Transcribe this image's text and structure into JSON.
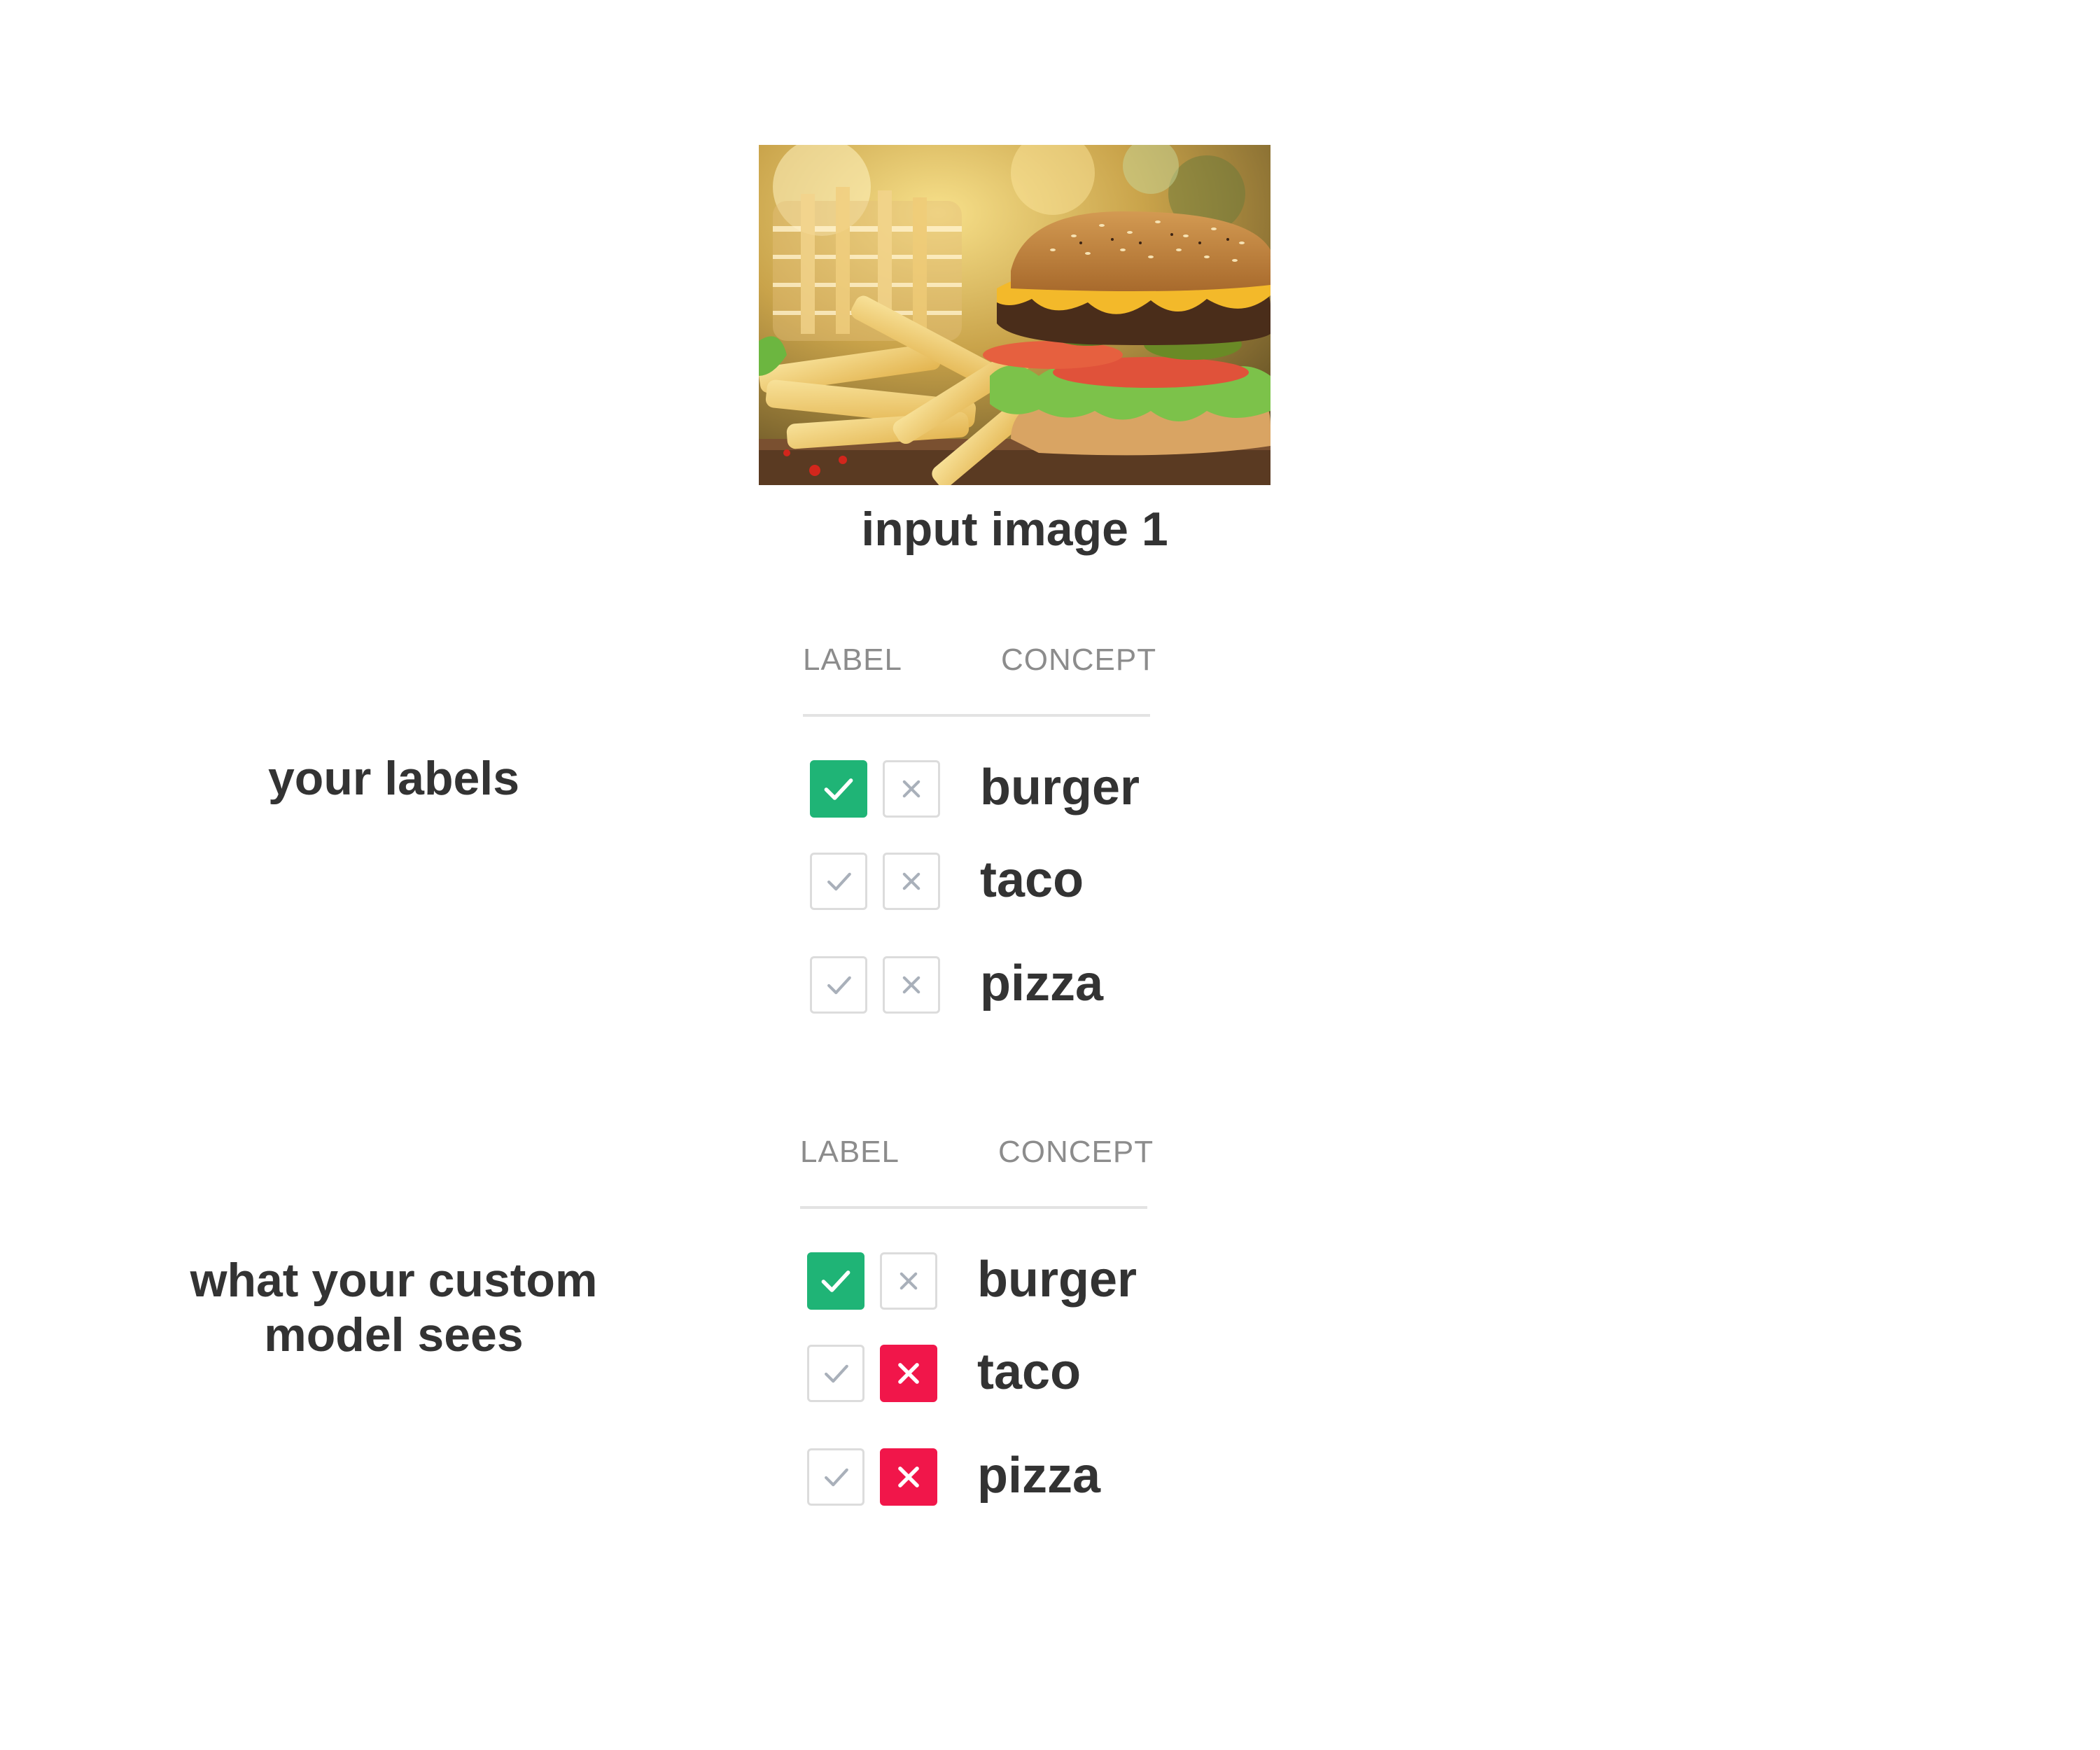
{
  "image_caption": "input image 1",
  "photo": {
    "subject": "burger with fries"
  },
  "sections": [
    {
      "caption_lines": [
        "your labels"
      ],
      "header": {
        "label": "LABEL",
        "concept": "CONCEPT"
      },
      "rows": [
        {
          "concept": "burger",
          "check": "on",
          "cross": "off"
        },
        {
          "concept": "taco",
          "check": "off",
          "cross": "off"
        },
        {
          "concept": "pizza",
          "check": "off",
          "cross": "off"
        }
      ]
    },
    {
      "caption_lines": [
        "what your custom",
        "model sees"
      ],
      "header": {
        "label": "LABEL",
        "concept": "CONCEPT"
      },
      "rows": [
        {
          "concept": "burger",
          "check": "on",
          "cross": "off"
        },
        {
          "concept": "taco",
          "check": "off",
          "cross": "on"
        },
        {
          "concept": "pizza",
          "check": "off",
          "cross": "on"
        }
      ]
    }
  ],
  "colors": {
    "positive": "#1fb476",
    "negative": "#f1164a",
    "inactive_mark": "#a9b0ba",
    "text": "#333333",
    "header_text": "#8c8c8c"
  },
  "icons": {
    "check": "check-icon",
    "cross": "close-icon"
  }
}
